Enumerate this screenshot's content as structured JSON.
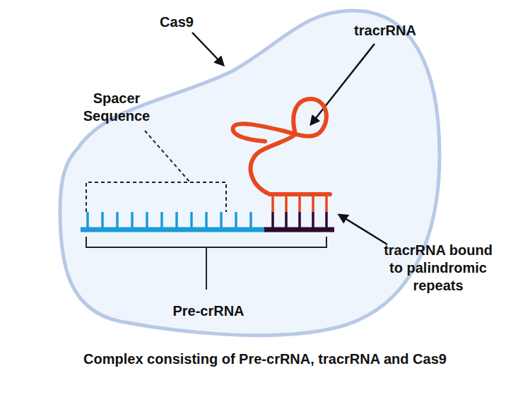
{
  "diagram": {
    "caption": "Complex consisting of Pre-crRNA, tracrRNA and Cas9",
    "labels": [
      "Cas9",
      "tracrRNA",
      "Spacer Sequence",
      "tracrRNA bound to palindromic repeats",
      "Pre-crRNA"
    ]
  }
}
